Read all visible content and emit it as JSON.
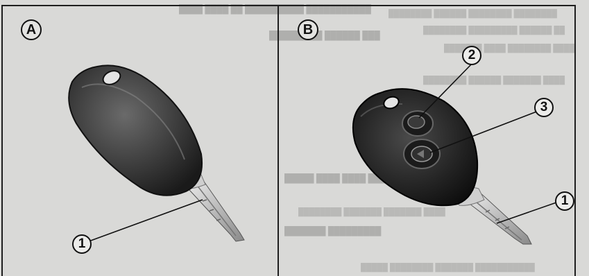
{
  "panels": {
    "a": {
      "letter": "A"
    },
    "b": {
      "letter": "B"
    }
  },
  "callouts": {
    "key_blade_a": "1",
    "key_blade_b": "1",
    "button_top": "2",
    "button_bottom": "3"
  }
}
